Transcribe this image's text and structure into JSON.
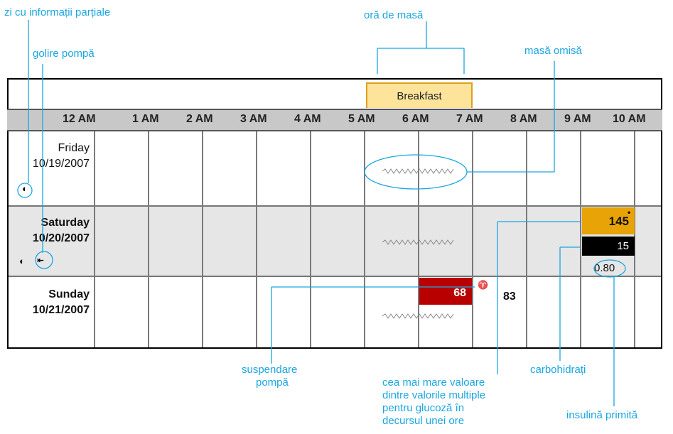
{
  "callouts": {
    "partial_day": "zi cu informații parțiale",
    "pump_prime": "golire pompă",
    "meal_time": "oră de masă",
    "missed_meal": "masă omisă",
    "pump_suspend_l1": "suspendare",
    "pump_suspend_l2": "pompă",
    "highest_l1": "cea mai mare valoare",
    "highest_l2": "dintre valorile multiple",
    "highest_l3": "pentru glucoză în",
    "highest_l4": "decursul unei ore",
    "carbs": "carbohidrați",
    "insulin": "insulină primită"
  },
  "meal_label": "Breakfast",
  "hours": [
    "12 AM",
    "1 AM",
    "2 AM",
    "3 AM",
    "4 AM",
    "5 AM",
    "6 AM",
    "7 AM",
    "8 AM",
    "9 AM",
    "10 AM"
  ],
  "days": [
    {
      "name": "Friday",
      "date": "10/19/2007"
    },
    {
      "name": "Saturday",
      "date": "10/20/2007"
    },
    {
      "name": "Sunday",
      "date": "10/21/2007"
    }
  ],
  "readings": {
    "sat_glucose": "145",
    "sat_carbs": "15",
    "sat_insulin": "0.80",
    "sun_glucose_red": "68",
    "sun_glucose_plain": "83"
  },
  "icons": {
    "partial_day": "half-circle-icon",
    "pump_prime": "pump-prime-icon",
    "pump_suspend": "pump-suspend-icon"
  },
  "colors": {
    "callout": "#1aa6e0",
    "meal_fill": "#fde49a",
    "glucose_high": "#e8a406",
    "glucose_low": "#b80000",
    "suspend_icon": "#2a8a2a"
  }
}
